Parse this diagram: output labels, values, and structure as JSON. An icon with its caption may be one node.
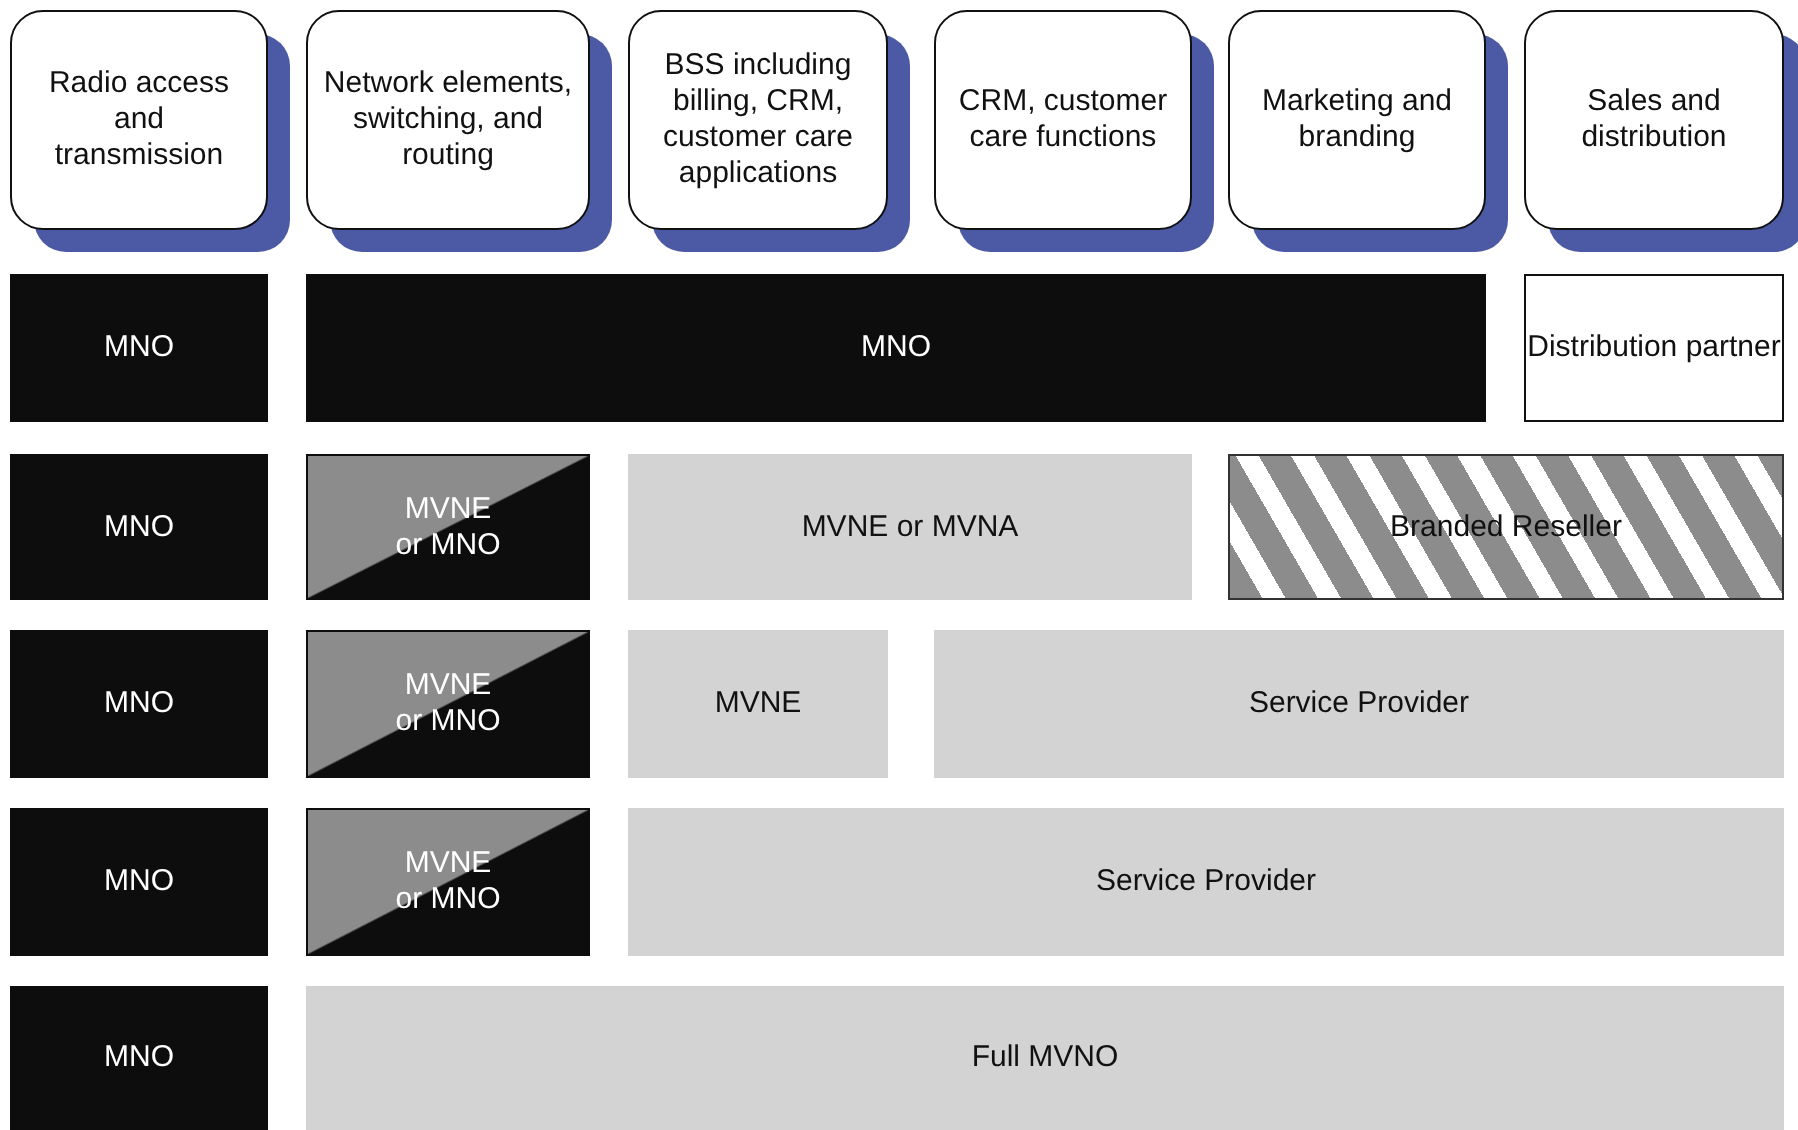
{
  "diagram": {
    "nodes": [
      {
        "text": [
          "Radio access and transmission"
        ]
      },
      {
        "text": [
          "Network elements, switching, and routing"
        ]
      },
      {
        "text": [
          "BSS including billing, CRM, customer care applications"
        ]
      },
      {
        "text": [
          "CRM, customer care functions"
        ]
      },
      {
        "text": [
          "Marketing and branding"
        ]
      },
      {
        "text": [
          "Sales and distribution"
        ]
      },
      {
        "text": [
          "MNO"
        ]
      },
      {
        "text": [
          "MNO"
        ]
      },
      {
        "text": [
          "Distribution partner"
        ]
      },
      {
        "text": [
          "MNO"
        ]
      },
      {
        "text": [
          "MVNE or MNO"
        ]
      },
      {
        "text": [
          "MVNE or MVNA"
        ]
      },
      {
        "text": [
          "Branded Reseller"
        ]
      },
      {
        "text": [
          "MNO"
        ]
      },
      {
        "text": [
          "MVNE or MNO"
        ]
      },
      {
        "text": [
          "MVNE"
        ]
      },
      {
        "text": [
          "Service Provider"
        ]
      },
      {
        "text": [
          "MNO"
        ]
      },
      {
        "text": [
          "MVNE or MNO"
        ]
      },
      {
        "text": [
          "Service Provider"
        ]
      },
      {
        "text": [
          "MNO"
        ]
      },
      {
        "text": [
          "Full MVNO"
        ]
      }
    ]
  }
}
